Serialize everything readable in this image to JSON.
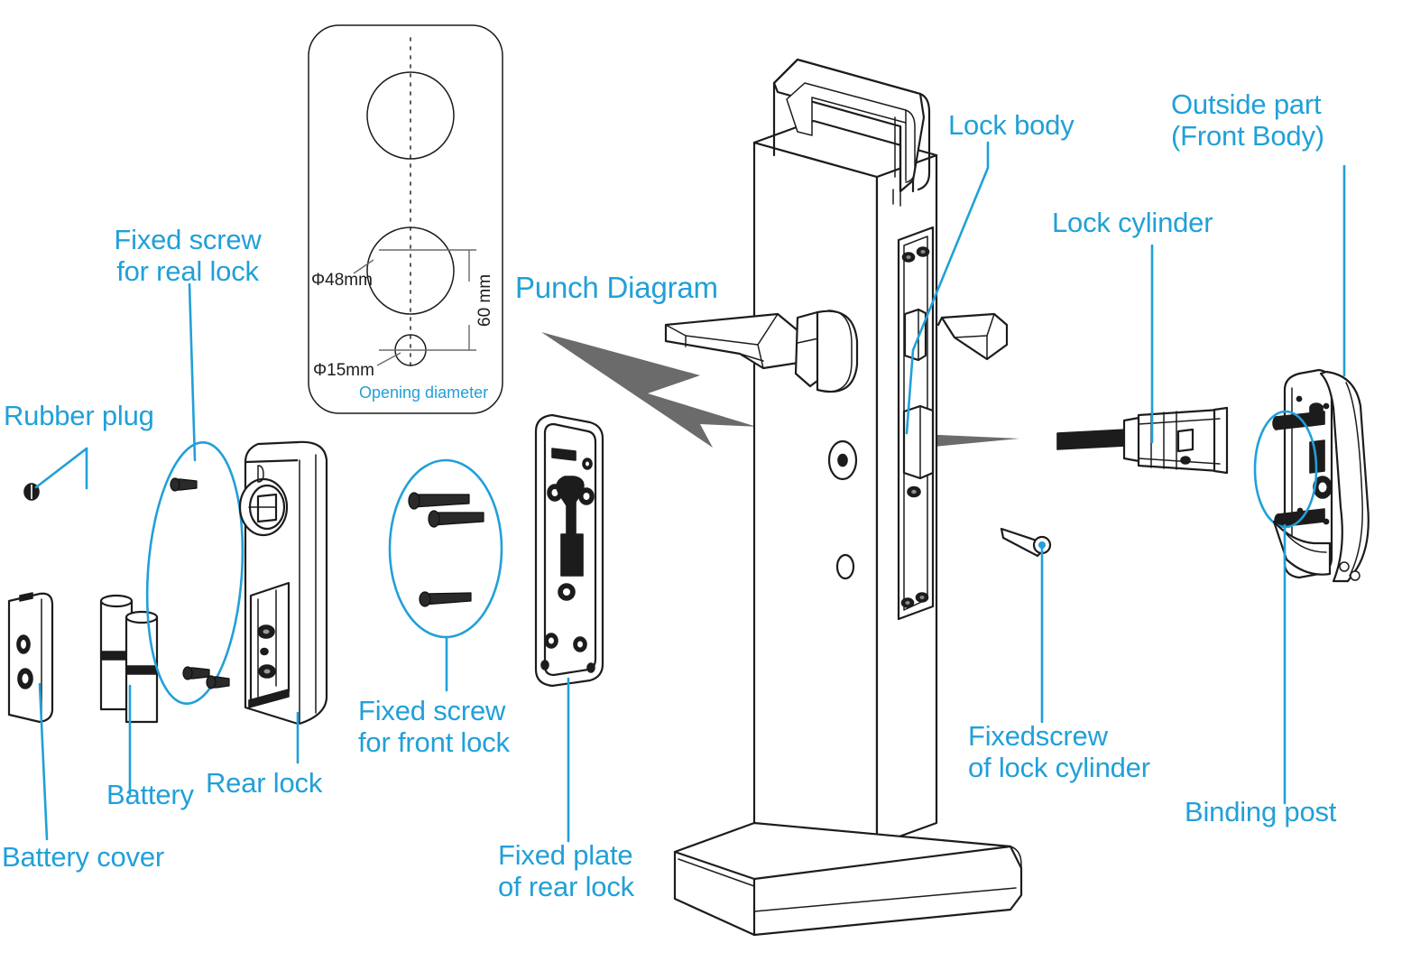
{
  "diagram": {
    "kind": "exploded-assembly-diagram",
    "subject": "smart door lock installation",
    "background_color": "#ffffff",
    "callout_color": "#21A0D8",
    "line_color": "#1c1c1c",
    "arrow_color": "#6b6b6b"
  },
  "callouts": {
    "rubber_plug": "Rubber plug",
    "fixed_screw_rear": "Fixed screw\nfor real lock",
    "battery_cover": "Battery cover",
    "battery": "Battery",
    "rear_lock": "Rear lock",
    "fixed_screw_front": "Fixed screw\nfor front lock",
    "fixed_plate_rear": "Fixed plate\nof rear lock",
    "punch_diagram": "Punch Diagram",
    "lock_body": "Lock body",
    "outside_part": "Outside part\n(Front Body)",
    "lock_cylinder": "Lock cylinder",
    "fixedscrew_cylinder": "Fixedscrew\nof lock cylinder",
    "binding_post": "Binding post"
  },
  "punch_panel": {
    "caption": "Opening diameter",
    "dim_upper_hole": "Φ48mm",
    "dim_lower_hole": "Φ15mm",
    "dim_spacing": "60 mm"
  }
}
